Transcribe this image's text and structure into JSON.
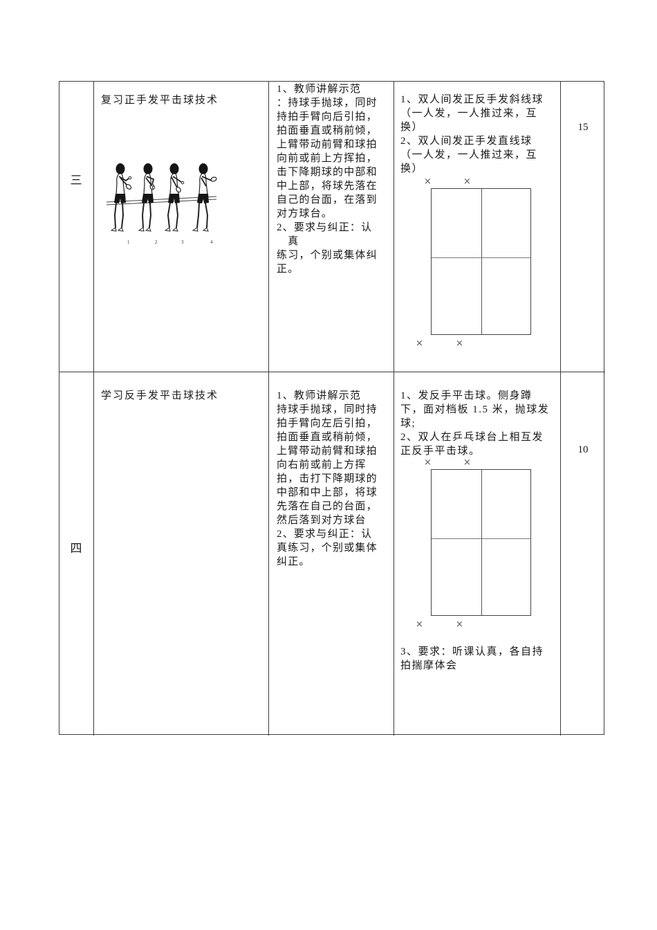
{
  "position_marker": "×",
  "rows": [
    {
      "label": "三",
      "content_title": "复习正手发平击球技术",
      "figure": {
        "description": "正手发平击球连续动作四帧示意图",
        "frame_numbers": [
          "1",
          "2",
          "3",
          "4"
        ]
      },
      "teaching": "1、教师讲解示范\n：持球手抛球，同时\n持拍手臂向后引拍，\n拍面垂直或稍前倾，\n上臂带动前臂和球拍\n向前或前上方挥拍，\n击下降期球的中部和\n中上部，将球先落在\n自己的台面，在落到\n对方球台。\n2、要求与纠正：认\n　真\n练习，个别或集体纠\n正。",
      "practice": "1、双人间发正反手发斜线球\n（一人发，一人推过来，互\n换）\n2、双人间发正手发直线球\n（一人发，一人推过来，互\n换）",
      "time": "15"
    },
    {
      "label": "四",
      "content_title": "学习反手发平击球技术",
      "teaching": "1、教师讲解示范\n持球手抛球，同时持\n拍手臂向左后引拍，\n拍面垂直或稍前倾，\n上臂带动前臂和球拍\n向右前或前上方挥\n拍，击打下降期球的\n中部和中上部，将球\n先落在自己的台面，\n然后落到对方球台\n2、要求与纠正：认\n真练习，个别或集体\n纠正。",
      "practice": "1、发反手平击球。侧身蹲\n下，面对档板 1.5 米，抛球发\n球;\n2、双人在乒乓球台上相互发\n正反手平击球。",
      "practice_note": "3、要求：听课认真，各自持\n拍揣摩体会",
      "time": "10"
    }
  ]
}
